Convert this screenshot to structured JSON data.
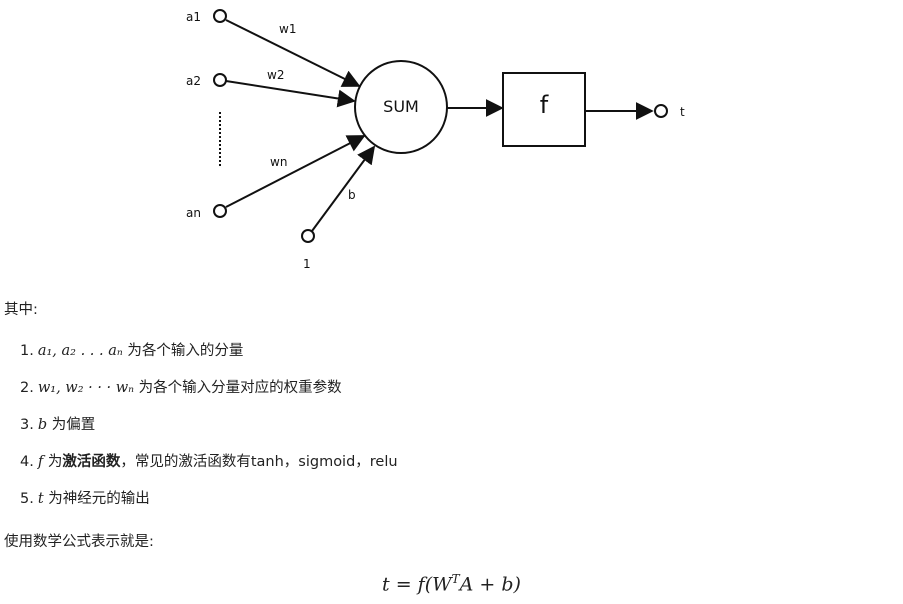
{
  "diagram": {
    "inputs": [
      "a1",
      "a2",
      "an"
    ],
    "weights": [
      "w1",
      "w2",
      "wn"
    ],
    "bias_label": "b",
    "bias_input": "1",
    "sum_label": "SUM",
    "activation_label": "f",
    "output_label": "t"
  },
  "intro": "其中:",
  "list": [
    {
      "num": "1.",
      "math": "a₁, a₂ . . . aₙ",
      "text": " 为各个输入的分量"
    },
    {
      "num": "2.",
      "math": "w₁, w₂ · · · wₙ",
      "text": " 为各个输入分量对应的权重参数"
    },
    {
      "num": "3.",
      "math": "b",
      "text": " 为偏置"
    },
    {
      "num": "4.",
      "math": "f",
      "text": " 为",
      "bold": "激活函数",
      "text2": "，常见的激活函数有tanh，sigmoid，relu"
    },
    {
      "num": "5.",
      "math": "t",
      "text": " 为神经元的输出"
    }
  ],
  "formula_intro": "使用数学公式表示就是:",
  "formula": {
    "lhs": "t = f(W",
    "sup": "T",
    "rhs": "A + b)"
  }
}
